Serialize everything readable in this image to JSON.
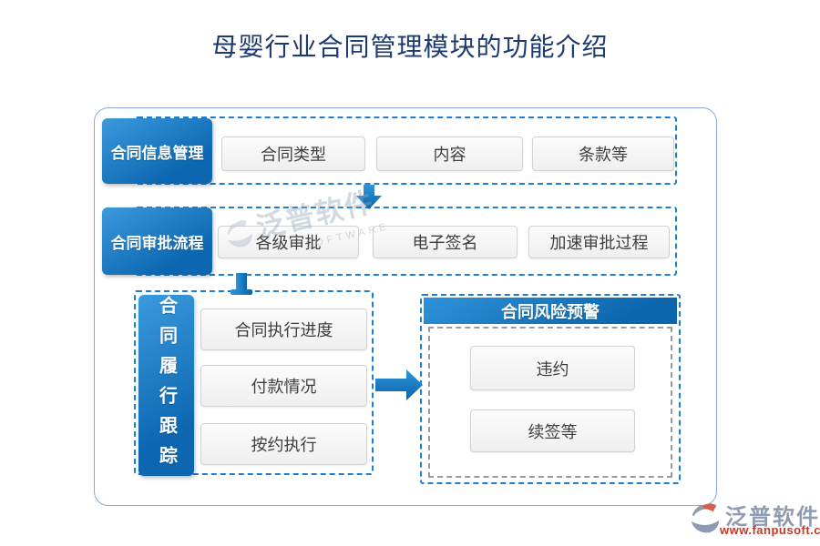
{
  "title": "母婴行业合同管理模块的功能介绍",
  "colors": {
    "accent_blue": "#0d6eb8",
    "dashed_blue": "#1b80d5",
    "title_navy": "#1e3a6e",
    "node_gray": "#efefef",
    "logo_gray": "#8e9bb3",
    "logo_red": "#c0392b"
  },
  "rows": [
    {
      "label": "合同信息管理",
      "items": [
        "合同类型",
        "内容",
        "条款等"
      ]
    },
    {
      "label": "合同审批流程",
      "items": [
        "各级审批",
        "电子签名",
        "加速审批过程"
      ]
    },
    {
      "label": "合同履行跟踪",
      "items": [
        "合同执行进度",
        "付款情况",
        "按约执行"
      ]
    }
  ],
  "risk_panel": {
    "title": "合同风险预警",
    "items": [
      "违约",
      "续签等"
    ]
  },
  "watermark": {
    "text": "泛普软件",
    "subtext": "SOFTWARE"
  },
  "logo": {
    "name": "泛普软件",
    "url": "www.fanpusoft.com"
  }
}
